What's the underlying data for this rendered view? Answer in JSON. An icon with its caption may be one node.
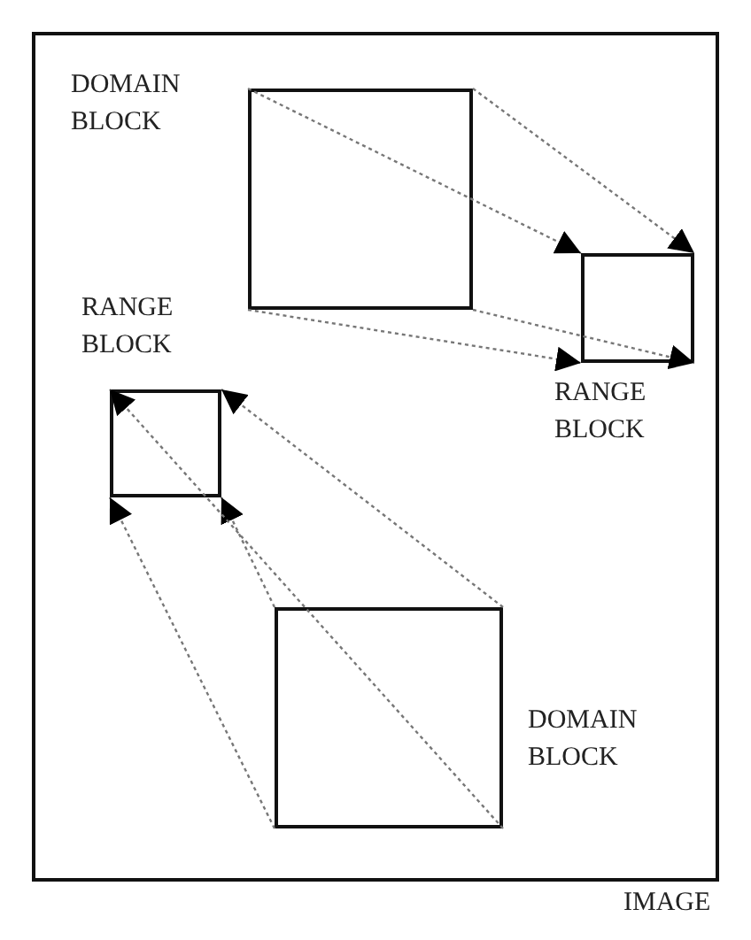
{
  "diagram": {
    "nodes": [
      {
        "text": [
          "IMAGE"
        ]
      },
      {
        "text": [
          "DOMAIN BLOCK"
        ],
        "in": 0
      },
      {
        "text": [
          "RANGE BLOCK"
        ],
        "in": 0
      },
      {
        "text": [
          "RANGE BLOCK"
        ],
        "in": 0
      },
      {
        "text": [
          "DOMAIN BLOCK"
        ],
        "in": 0
      }
    ],
    "edges": [
      {
        "from": 1,
        "to": 2,
        "arrow": "to",
        "style": "dashed"
      },
      {
        "from": 1,
        "to": 2,
        "arrow": "to",
        "style": "dashed"
      },
      {
        "from": 1,
        "to": 2,
        "arrow": "to",
        "style": "dashed"
      },
      {
        "from": 1,
        "to": 2,
        "arrow": "to",
        "style": "dashed"
      },
      {
        "from": 4,
        "to": 3,
        "arrow": "to",
        "style": "dashed"
      },
      {
        "from": 4,
        "to": 3,
        "arrow": "to",
        "style": "dashed"
      },
      {
        "from": 4,
        "to": 3,
        "arrow": "to",
        "style": "dashed"
      },
      {
        "from": 4,
        "to": 3,
        "arrow": "to",
        "style": "dashed"
      }
    ]
  }
}
